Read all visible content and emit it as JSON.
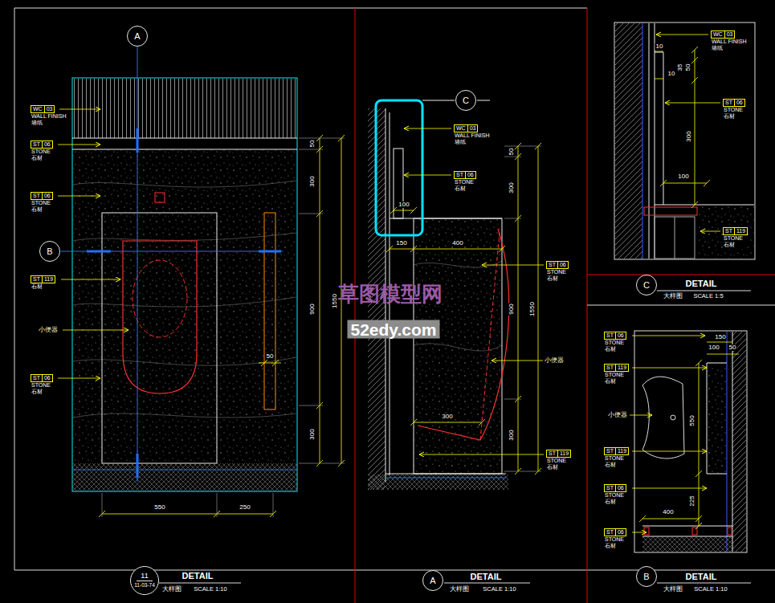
{
  "diagram": {
    "nodes": [
      {
        "text": [
          "A"
        ]
      },
      {
        "text": [
          "WC",
          "03",
          "WALL FINISH",
          "墙纸"
        ]
      },
      {
        "text": [
          "ST",
          "06",
          "STONE",
          "石材"
        ]
      },
      {
        "text": [
          "ST",
          "06",
          "STONE",
          "石材"
        ]
      },
      {
        "text": [
          "B"
        ]
      },
      {
        "text": [
          "ST",
          "119",
          "石材"
        ]
      },
      {
        "text": [
          "ST",
          "06",
          "STONE",
          "石材"
        ]
      },
      {
        "text": [
          "11",
          "11-03-74"
        ]
      },
      {
        "text": [
          "C"
        ]
      },
      {
        "text": [
          "WC",
          "03",
          "WALL FINISH",
          "墙纸"
        ]
      },
      {
        "text": [
          "ST",
          "06",
          "STONE",
          "石材"
        ]
      },
      {
        "text": [
          "ST",
          "06",
          "STONE",
          "石材"
        ]
      },
      {
        "text": [
          "ST",
          "119",
          "STONE",
          "石材"
        ]
      },
      {
        "text": [
          "A"
        ]
      },
      {
        "text": [
          "WC",
          "03",
          "WALL FINISH",
          "墙纸"
        ]
      },
      {
        "text": [
          "ST",
          "06",
          "STONE",
          "石材"
        ]
      },
      {
        "text": [
          "ST",
          "119",
          "STONE",
          "石材"
        ]
      },
      {
        "text": [
          "C"
        ]
      },
      {
        "text": [
          "ST",
          "06",
          "STONE",
          "石材"
        ]
      },
      {
        "text": [
          "ST",
          "119",
          "STONE",
          "石材"
        ]
      },
      {
        "text": [
          "ST",
          "119",
          "STONE",
          "石材"
        ]
      },
      {
        "text": [
          "ST",
          "06",
          "STONE",
          "石材"
        ]
      },
      {
        "text": [
          "ST",
          "06",
          "STONE",
          "石材"
        ]
      },
      {
        "text": [
          "B"
        ]
      }
    ],
    "labels": [
      "50",
      "300",
      "1550",
      "900",
      "300",
      "50",
      "小便器",
      "550",
      "250",
      "DETAIL",
      "大样图",
      "SCALE 1:10",
      "100",
      "150",
      "400",
      "50",
      "300",
      "1550",
      "900",
      "300",
      "小便器",
      "300",
      "DETAIL",
      "大样图",
      "SCALE 1:10",
      "10",
      "10",
      "35",
      "50",
      "300",
      "100",
      "DETAIL",
      "大样图",
      "SCALE 1:5",
      "150",
      "100",
      "50",
      "小便器",
      "550",
      "225",
      "400",
      "DETAIL",
      "大样图",
      "SCALE 1:10",
      "草图模型网",
      "52edy.com"
    ]
  }
}
